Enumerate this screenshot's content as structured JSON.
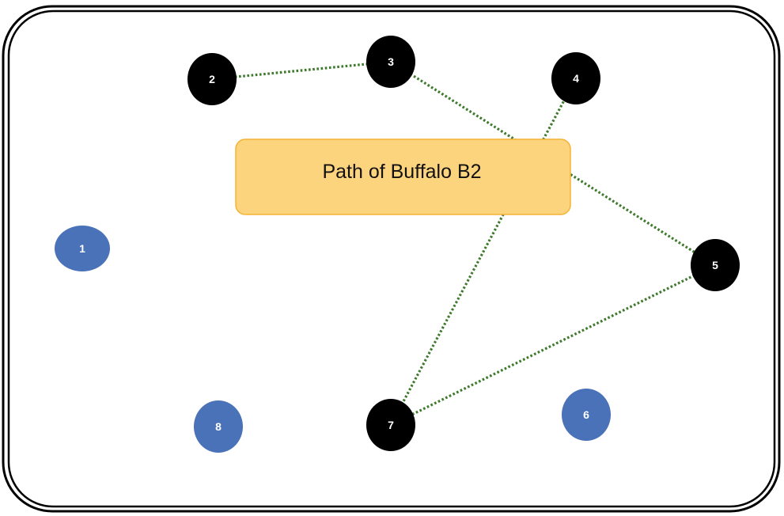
{
  "title": "Path of Buffalo B2",
  "colors": {
    "visited_node": "#000000",
    "unvisited_node": "#4a72b8",
    "path": "#3d7a2c",
    "title_box_fill": "#fdd47e",
    "title_box_border": "#f5b335"
  },
  "nodes": [
    {
      "id": "1",
      "label": "1",
      "status": "unvisited"
    },
    {
      "id": "2",
      "label": "2",
      "status": "visited"
    },
    {
      "id": "3",
      "label": "3",
      "status": "visited"
    },
    {
      "id": "4",
      "label": "4",
      "status": "visited"
    },
    {
      "id": "5",
      "label": "5",
      "status": "visited"
    },
    {
      "id": "6",
      "label": "6",
      "status": "unvisited"
    },
    {
      "id": "7",
      "label": "7",
      "status": "visited"
    },
    {
      "id": "8",
      "label": "8",
      "status": "unvisited"
    }
  ],
  "path": [
    "2",
    "3",
    "5",
    "7",
    "4"
  ]
}
